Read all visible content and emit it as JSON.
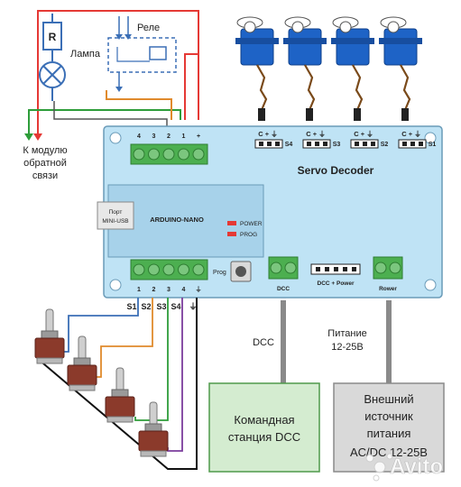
{
  "relay_circuit": {
    "resistor_label": "R",
    "lamp_label": "Лампа",
    "relay_label": "Реле",
    "feedback_label_line1": "К модулю",
    "feedback_label_line2": "обратной",
    "feedback_label_line3": "связи"
  },
  "board": {
    "title": "Servo Decoder",
    "top_terminal_numbers": [
      "4",
      "3",
      "2",
      "1",
      "+"
    ],
    "bottom_terminal_numbers": [
      "1",
      "2",
      "3",
      "4",
      "⏚"
    ],
    "servo_headers": [
      {
        "pins": "C + ⏚",
        "name": "S4"
      },
      {
        "pins": "C + ⏚",
        "name": "S3"
      },
      {
        "pins": "C + ⏚",
        "name": "S2"
      },
      {
        "pins": "C + ⏚",
        "name": "S1"
      }
    ],
    "usb_label_line1": "Порт",
    "usb_label_line2": "MINI-USB",
    "arduino_label": "ARDUINO-NANO",
    "led_power_label": "POWER",
    "led_prog_label": "PROG",
    "prog_label": "Prog",
    "dcc_label": "DCC",
    "dcc_power_label": "DCC + Power",
    "power_label": "Rower"
  },
  "switch_wires": {
    "labels": [
      "S1",
      "S2",
      "S3",
      "S4",
      "⏚"
    ]
  },
  "connections": {
    "dcc_line_label": "DCC",
    "power_line_label_line1": "Питание",
    "power_line_label_line2": "12-25В"
  },
  "boxes": {
    "command_station_line1": "Командная",
    "command_station_line2": "станция DCC",
    "external_source_line1": "Внешний",
    "external_source_line2": "источник",
    "external_source_line3": "питания",
    "external_source_line4": "AC/DC 12-25В"
  },
  "watermark": "Avito",
  "colors": {
    "board": "#bfe3f5",
    "board_border": "#6a9bb8",
    "terminal": "#4caf50",
    "command_box": "#d4ecd0",
    "command_border": "#4e9a4a",
    "source_box": "#d9d9d9",
    "wire_red": "#e53935",
    "wire_green": "#2e9d3a",
    "wire_blue": "#3b6fb6",
    "wire_orange": "#e08a2c",
    "wire_purple": "#7b3c9c"
  }
}
